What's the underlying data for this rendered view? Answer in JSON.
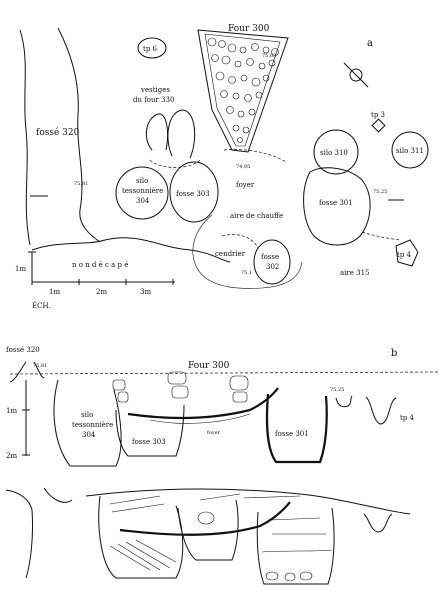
{
  "plan": {
    "panel_letter": "a",
    "four": "Four 300",
    "tp6": "tp 6",
    "vestiges_line1": "vestiges",
    "vestiges_line2": "du four 330",
    "fosse320": "fossé 320",
    "silo304_line1": "silo",
    "silo304_line2": "tessonnière",
    "silo304_line3": "304",
    "fosse303": "fosse 303",
    "foyer": "foyer",
    "aire_de_chauffe": "aire de chauffe",
    "cendrier": "cendrier",
    "fosse302_line1": "fosse",
    "fosse302_line2": "302",
    "silo310": "silo 310",
    "silo311": "silo 311",
    "tp3": "tp 3",
    "fosse301": "fosse 301",
    "tp4": "tp 4",
    "aire315": "aire 315",
    "non_decape": "n o n    d é c a p é",
    "alt_7581": "75,81",
    "alt_7563": "75,63",
    "alt_7495": "74,95",
    "alt_7525": "75,25",
    "alt_751": "75,1",
    "scale_1m_vert": "1m",
    "scale_1m": "1m",
    "scale_2m": "2m",
    "scale_3m": "3m",
    "scale_ech": "ÉCH."
  },
  "section": {
    "panel_letter": "b",
    "fosse320": "fossé 320",
    "four": "Four 300",
    "alt_7581": "75,81",
    "alt_7525": "75,25",
    "depth_1m": "1m",
    "depth_2m": "2m",
    "silo304_line1": "silo",
    "silo304_line2": "tessonnière",
    "silo304_line3": "304",
    "fosse303": "fosse 303",
    "foyer": "foyer",
    "fosse301": "fosse 301",
    "tp4": "tp 4"
  }
}
